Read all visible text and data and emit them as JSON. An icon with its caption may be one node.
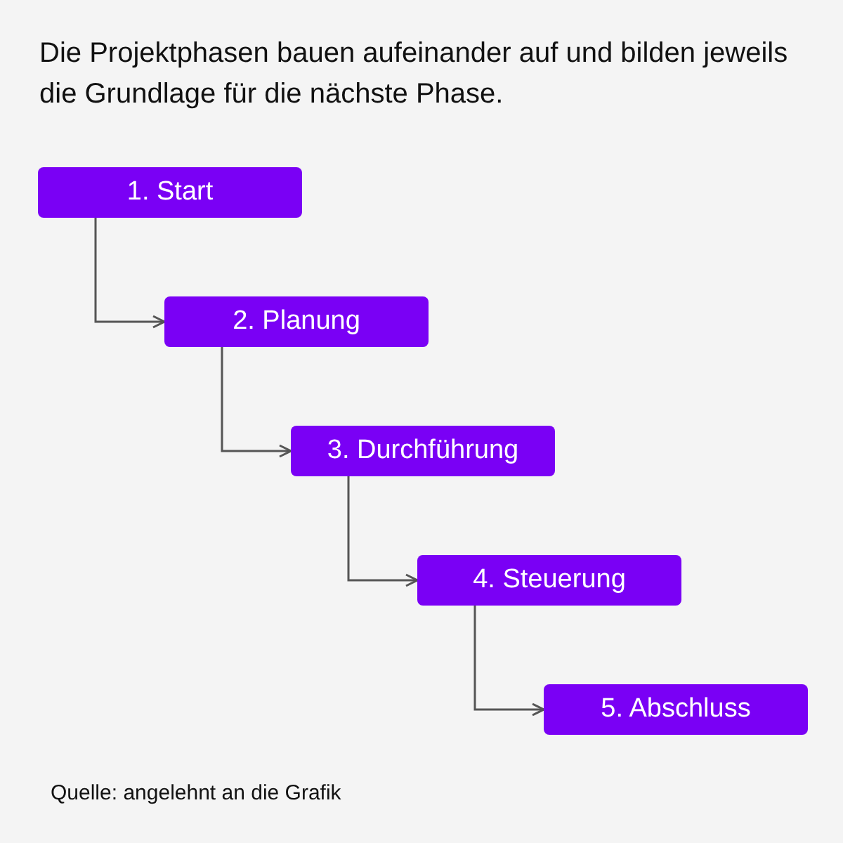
{
  "diagram": {
    "title": "Die Projektphasen bauen aufeinander auf und bilden jeweils die Grundlage für die nächste Phase.",
    "nodes": [
      {
        "text": [
          "1. Start"
        ]
      },
      {
        "text": [
          "2. Planung"
        ]
      },
      {
        "text": [
          "3. Durchführung"
        ]
      },
      {
        "text": [
          "4. Steuerung"
        ]
      },
      {
        "text": [
          "5. Abschluss"
        ]
      }
    ],
    "edges": [
      {
        "from": 0,
        "to": 1,
        "arrow": "to"
      },
      {
        "from": 1,
        "to": 2,
        "arrow": "to"
      },
      {
        "from": 2,
        "to": 3,
        "arrow": "to"
      },
      {
        "from": 3,
        "to": 4,
        "arrow": "to"
      }
    ],
    "labels": [
      "Quelle: angelehnt an die Grafik"
    ]
  }
}
